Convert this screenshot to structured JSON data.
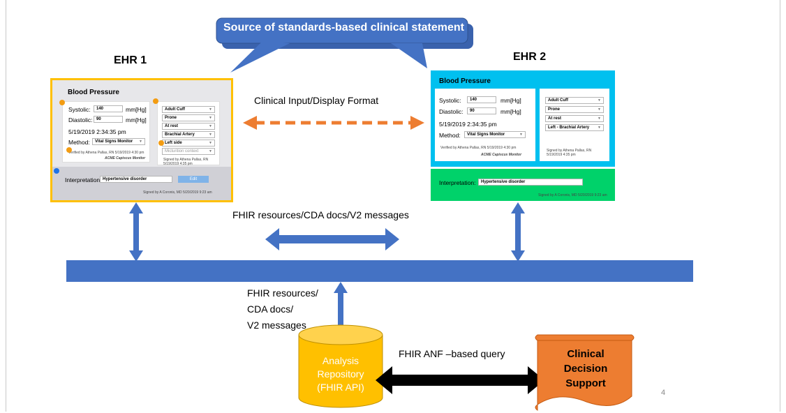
{
  "callout": {
    "text": "Source of standards-based clinical statement"
  },
  "ehr1": {
    "label": "EHR 1",
    "title": "Blood Pressure",
    "systolic_label": "Systolic:",
    "systolic_value": "140",
    "systolic_unit": "mm[Hg]",
    "diastolic_label": "Diastolic:",
    "diastolic_value": "90",
    "diastolic_unit": "mm[Hg]",
    "datetime": "5/19/2019   2:34:35 pm",
    "method_label": "Method:",
    "method_value": "Vital Signs Monitor",
    "verified": "Verified by Athena Pallas, RN 5/19/2019 4:30 pm",
    "device": "ACME Capiscus Monitor",
    "options": [
      "Adult Cuff",
      "Prone",
      "At rest",
      "Brachial Artery",
      "Left side",
      "Micturition context"
    ],
    "signed": "Signed by Athena Pallas, RN 5/19/2019 4:35 pm",
    "interp_label": "Interpretation:",
    "interp_value": "Hypertensive disorder",
    "edit_label": "Edit",
    "interp_signed": "Signed by A Coronis, MD 5/20/2019 9:23 am"
  },
  "ehr2": {
    "label": "EHR 2",
    "title": "Blood Pressure",
    "systolic_label": "Systolic:",
    "systolic_value": "140",
    "systolic_unit": "mm[Hg]",
    "diastolic_label": "Diastolic:",
    "diastolic_value": "90",
    "diastolic_unit": "mm[Hg]",
    "datetime": "5/19/2019   2:34:35 pm",
    "method_label": "Method:",
    "method_value": "Vital Signs Monitor",
    "verified": "Verified by Athena Pallas, RN 5/19/2019 4:30 pm",
    "device": "ACME Capiscus Monitor",
    "options": [
      "Adult Cuff",
      "Prone",
      "At rest",
      "Left - Brachial Artery"
    ],
    "signed": "Signed by Athena Pallas, RN 5/19/2019 4:35 pm",
    "interp_label": "Interpretation:",
    "interp_value": "Hypertensive disorder",
    "interp_signed": "Signed by A Coronis, MD 5/20/2019 9:23 am"
  },
  "labels": {
    "clinical_format": "Clinical Input/Display Format",
    "fhir_resources": "FHIR resources/CDA docs/V2 messages",
    "fhir_stack": [
      "FHIR resources/",
      "CDA docs/",
      "V2 messages"
    ],
    "anf_query": "FHIR ANF –based query"
  },
  "repository": {
    "lines": [
      "Analysis",
      "Repository",
      "(FHIR API)"
    ]
  },
  "cds": {
    "lines": [
      "Clinical",
      "Decision",
      "Support"
    ]
  },
  "page_number": "4",
  "colors": {
    "blue": "#4472c4",
    "orange": "#ed7d31",
    "gold": "#ffc000",
    "cyan": "#00c0ef",
    "green": "#00d26a"
  }
}
